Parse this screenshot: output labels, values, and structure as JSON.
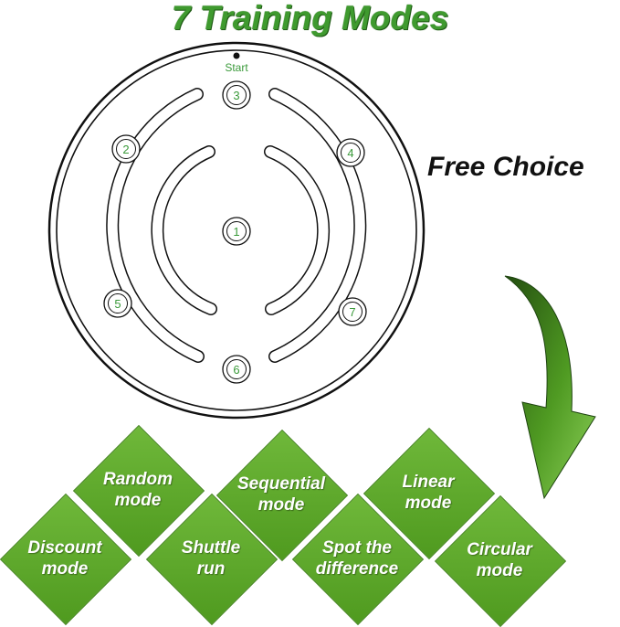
{
  "title": "7 Training Modes",
  "board": {
    "start_label": "Start",
    "positions": [
      {
        "id": "1",
        "label": "1"
      },
      {
        "id": "2",
        "label": "2"
      },
      {
        "id": "3",
        "label": "3"
      },
      {
        "id": "4",
        "label": "4"
      },
      {
        "id": "5",
        "label": "5"
      },
      {
        "id": "6",
        "label": "6"
      },
      {
        "id": "7",
        "label": "7"
      }
    ]
  },
  "free_choice": "Free Choice",
  "modes": [
    {
      "label": "Random\nmode"
    },
    {
      "label": "Sequential\nmode"
    },
    {
      "label": "Linear\nmode"
    },
    {
      "label": "Discount\nmode"
    },
    {
      "label": "Shuttle\nrun"
    },
    {
      "label": "Spot the\ndifference"
    },
    {
      "label": "Circular\nmode"
    }
  ],
  "colors": {
    "title_green": "#3f9a2f",
    "diamond_green": "#5ea82b",
    "arrow_dark": "#2a5a14",
    "arrow_light": "#8ed15a",
    "number_green": "#3a9a3a"
  }
}
